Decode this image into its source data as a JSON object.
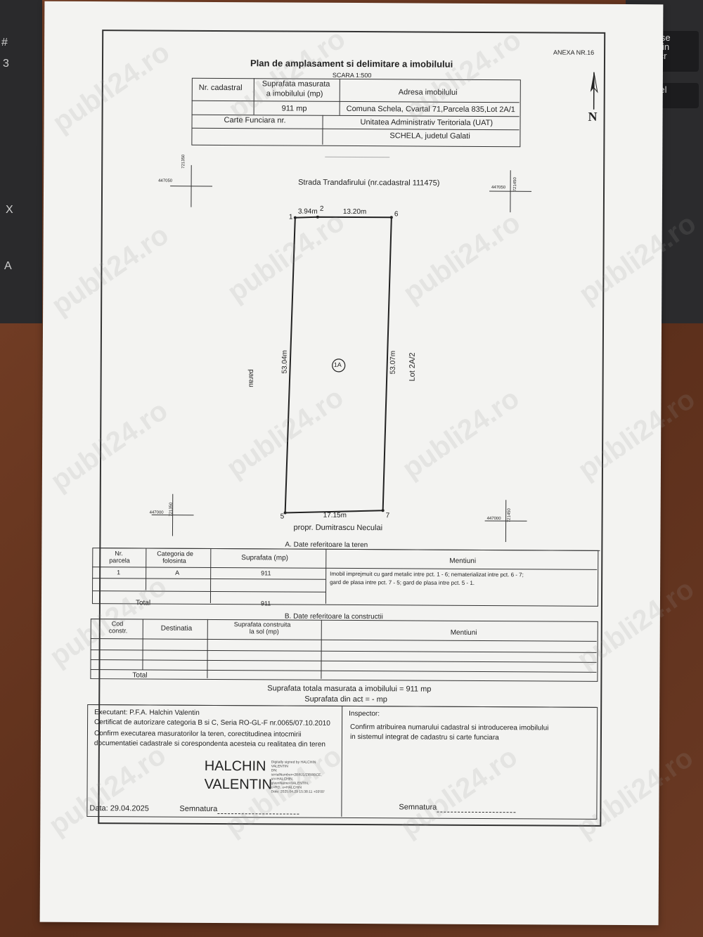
{
  "header": {
    "annex": "ANEXA NR.16",
    "title": "Plan de amplasament si delimitare a imobilului",
    "scale": "SCARA 1:500"
  },
  "top_table": {
    "h_cadastral": "Nr. cadastral",
    "h_surface_l1": "Suprafata masurata",
    "h_surface_l2": "a imobilului (mp)",
    "h_address": "Adresa imobilului",
    "surface_value": "911 mp",
    "address_value": "Comuna Schela, Cvartal 71,Parcela 835,Lot 2A/1",
    "h_cf": "Carte Funciara nr.",
    "h_uat": "Unitatea Administrativ Teritoriala (UAT)",
    "uat_value": "SCHELA, judetul Galati"
  },
  "plan": {
    "north": "N",
    "street": "Strada Trandafirului (nr.cadastral 111475)",
    "coord_tl_x": "447050",
    "coord_tl_y": "721350",
    "coord_tr_x": "447050",
    "coord_tr_y": "721450",
    "coord_bl_x": "447000",
    "coord_bl_y": "721350",
    "coord_br_x": "447000",
    "coord_br_y": "721450",
    "p1": "1",
    "p2": "2",
    "p5": "5",
    "p6": "6",
    "p7": "7",
    "d12": "3.94m",
    "d26": "13.20m",
    "d15": "53.04m",
    "d67": "53.07m",
    "d57": "17.15m",
    "parcel_label": "1A",
    "left_neighbor": "parau",
    "right_neighbor": "Lot 2A/2",
    "bottom_neighbor": "propr. Dumitrascu Neculai"
  },
  "section_a": {
    "title": "A. Date referitoare la teren",
    "h_nr_l1": "Nr.",
    "h_nr_l2": "parcela",
    "h_cat_l1": "Categoria de",
    "h_cat_l2": "folosinta",
    "h_surface": "Suprafata (mp)",
    "h_mentions": "Mentiuni",
    "row_nr": "1",
    "row_cat": "A",
    "row_surface": "911",
    "row_mention_l1": "Imobil imprejmuit cu gard metalic intre pct. 1 - 6; nematerializat intre pct. 6 - 7;",
    "row_mention_l2": "gard de plasa intre pct. 7 - 5; gard de plasa intre pct. 5 - 1.",
    "total_label": "Total",
    "total_value": "911"
  },
  "section_b": {
    "title": "B. Date referitoare la constructii",
    "h_cod_l1": "Cod",
    "h_cod_l2": "constr.",
    "h_dest": "Destinatia",
    "h_surface_l1": "Suprafata construita",
    "h_surface_l2": "la sol (mp)",
    "h_mentions": "Mentiuni",
    "total_label": "Total"
  },
  "totals": {
    "line1": "Suprafata totala masurata a imobilului = 911 mp",
    "line2": "Suprafata din act = - mp"
  },
  "footer": {
    "exec_l1": "Executant: P.F.A. Halchin Valentin",
    "exec_l2": "Certificat de autorizare categoria B si C, Seria RO-GL-F nr.0065/07.10.2010",
    "exec_l3": "Confirm executarea masuratorilor la teren, corectitudinea intocmirii",
    "exec_l4": "documentatiei cadastrale si corespondenta acesteia cu realitatea din teren",
    "sig_name_l1": "HALCHIN",
    "sig_name_l2": "VALENTIN",
    "date": "Data: 29.04.2025",
    "sign_left": "Semnatura",
    "inspector": "Inspector:",
    "insp_l1": "Confirm atribuirea numarului cadastral si introducerea imobilului",
    "insp_l2": "in sistemul integrat de cadastru si carte funciara",
    "sign_right": "Semnatura"
  },
  "watermark": "publi24.ro",
  "keyboard": {
    "key_ins_l1": "Inse",
    "key_ins_l2": "Prin",
    "key_ins_l3": "Scr",
    "key_del": "Del"
  }
}
